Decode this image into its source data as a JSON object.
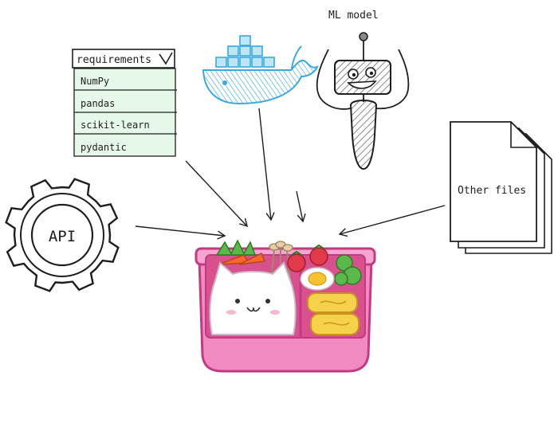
{
  "ml_model": {
    "label": "ML model"
  },
  "requirements": {
    "header": "requirements",
    "items": [
      "NumPy",
      "pandas",
      "scikit-learn",
      "pydantic"
    ],
    "fill_color": "#e6f9e8"
  },
  "api": {
    "label": "API"
  },
  "other_files": {
    "label": "Other files"
  },
  "icons": {
    "docker": "docker-whale-icon",
    "robot": "robot-icon",
    "gear": "gear-icon",
    "documents": "document-stack-icon",
    "bento": "bento-box-icon"
  },
  "colors": {
    "docker": "#3aa9dc",
    "bento_box": "#f08ac0",
    "bento_rim": "#c23b82",
    "stroke": "#1e1e1e"
  }
}
